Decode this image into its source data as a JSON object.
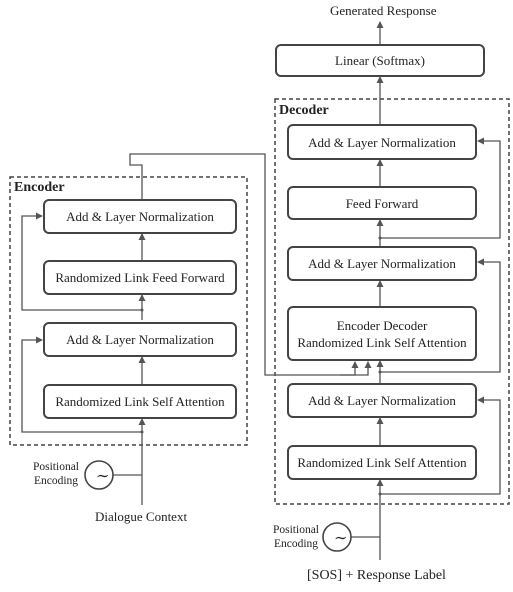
{
  "encoder": {
    "title": "Encoder",
    "blocks": {
      "add_norm_top": "Add & Layer Normalization",
      "ffn": "Randomized Link Feed Forward",
      "add_norm_bottom": "Add & Layer Normalization",
      "self_attention": "Randomized Link Self Attention"
    },
    "positional_encoding": "Positional\nEncoding",
    "input": "Dialogue Context"
  },
  "decoder": {
    "title": "Decoder",
    "blocks": {
      "add_norm_top": "Add & Layer Normalization",
      "feed_forward": "Feed Forward",
      "add_norm_mid": "Add & Layer Normalization",
      "cross_attention_line1": "Encoder Decoder",
      "cross_attention_line2": "Randomized Link Self Attention",
      "add_norm_bottom": "Add & Layer Normalization",
      "self_attention": "Randomized Link Self Attention"
    },
    "positional_encoding": "Positional\nEncoding",
    "input": "[SOS] + Response Label"
  },
  "output": {
    "linear": "Linear (Softmax)",
    "label": "Generated Response"
  }
}
